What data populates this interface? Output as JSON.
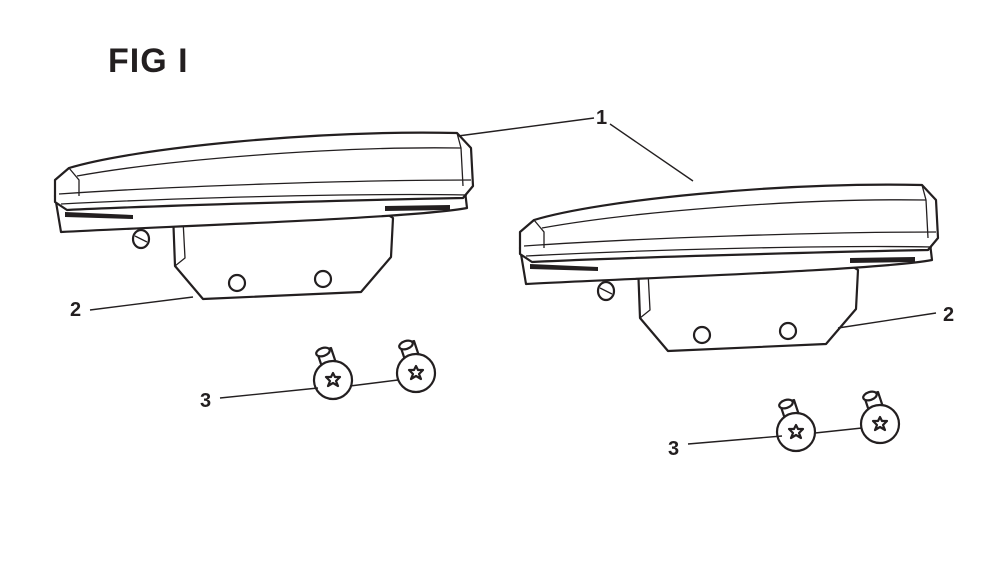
{
  "figure": {
    "title": "FIG I"
  },
  "callouts": {
    "armrest_pad": "1",
    "bracket_left": "2",
    "bracket_right": "2",
    "screws_left": "3",
    "screws_right": "3"
  },
  "colors": {
    "line": "#231f20",
    "background": "#ffffff"
  }
}
